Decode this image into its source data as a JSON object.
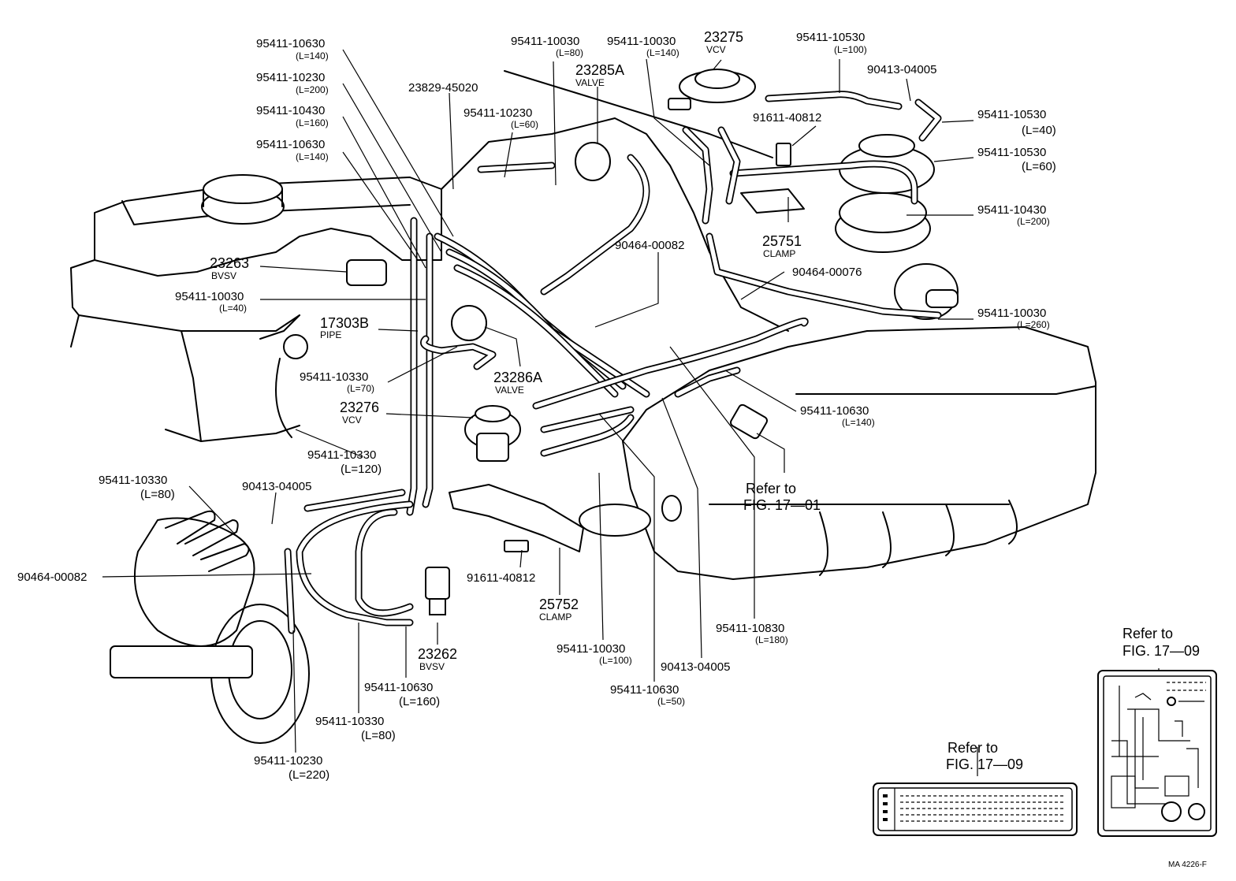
{
  "callouts": [
    {
      "part": "95411-10630",
      "sub": "(L=140)"
    },
    {
      "part": "95411-10230",
      "sub": "(L=200)"
    },
    {
      "part": "95411-10430",
      "sub": "(L=160)"
    },
    {
      "part": "95411-10630",
      "sub": "(L=140)"
    },
    {
      "part": "23829-45020",
      "sub": ""
    },
    {
      "part": "95411-10230",
      "sub": "(L=60)"
    },
    {
      "part": "95411-10030",
      "sub": "(L=80)"
    },
    {
      "part": "23285A",
      "sub": "VALVE"
    },
    {
      "part": "95411-10030",
      "sub": "(L=140)"
    },
    {
      "part": "23275",
      "sub": "VCV"
    },
    {
      "part": "95411-10530",
      "sub": "(L=100)"
    },
    {
      "part": "90413-04005",
      "sub": ""
    },
    {
      "part": "95411-10530",
      "sub": "(L=40)"
    },
    {
      "part": "91611-40812",
      "sub": ""
    },
    {
      "part": "95411-10530",
      "sub": "(L=60)"
    },
    {
      "part": "95411-10430",
      "sub": "(L=200)"
    },
    {
      "part": "25751",
      "sub": "CLAMP"
    },
    {
      "part": "90464-00082",
      "sub": ""
    },
    {
      "part": "90464-00076",
      "sub": ""
    },
    {
      "part": "23263",
      "sub": "BVSV"
    },
    {
      "part": "95411-10030",
      "sub": "(L=40)"
    },
    {
      "part": "17303B",
      "sub": "PIPE"
    },
    {
      "part": "95411-10030",
      "sub": "(L=260)"
    },
    {
      "part": "95411-10330",
      "sub": "(L=70)"
    },
    {
      "part": "23286A",
      "sub": "VALVE"
    },
    {
      "part": "23276",
      "sub": "VCV"
    },
    {
      "part": "95411-10630",
      "sub": "(L=140)"
    },
    {
      "part": "95411-10330",
      "sub": "(L=120)"
    },
    {
      "part": "95411-10330",
      "sub": "(L=80)"
    },
    {
      "part": "90413-04005",
      "sub": ""
    },
    {
      "part": "90464-00082",
      "sub": ""
    },
    {
      "part": "91611-40812",
      "sub": ""
    },
    {
      "part": "25752",
      "sub": "CLAMP"
    },
    {
      "part": "23262",
      "sub": "BVSV"
    },
    {
      "part": "95411-10630",
      "sub": "(L=160)"
    },
    {
      "part": "95411-10330",
      "sub": "(L=80)"
    },
    {
      "part": "95411-10230",
      "sub": "(L=220)"
    },
    {
      "part": "95411-10030",
      "sub": "(L=100)"
    },
    {
      "part": "95411-10630",
      "sub": "(L=50)"
    },
    {
      "part": "90413-04005",
      "sub": ""
    },
    {
      "part": "95411-10830",
      "sub": "(L=180)"
    }
  ],
  "references": [
    {
      "line1": "Refer to",
      "line2": "FIG. 17—01"
    },
    {
      "line1": "Refer to",
      "line2": "FIG. 17—09"
    },
    {
      "line1": "Refer to",
      "line2": "FIG. 17—09"
    }
  ],
  "drawing_code": "MA  4226-F"
}
